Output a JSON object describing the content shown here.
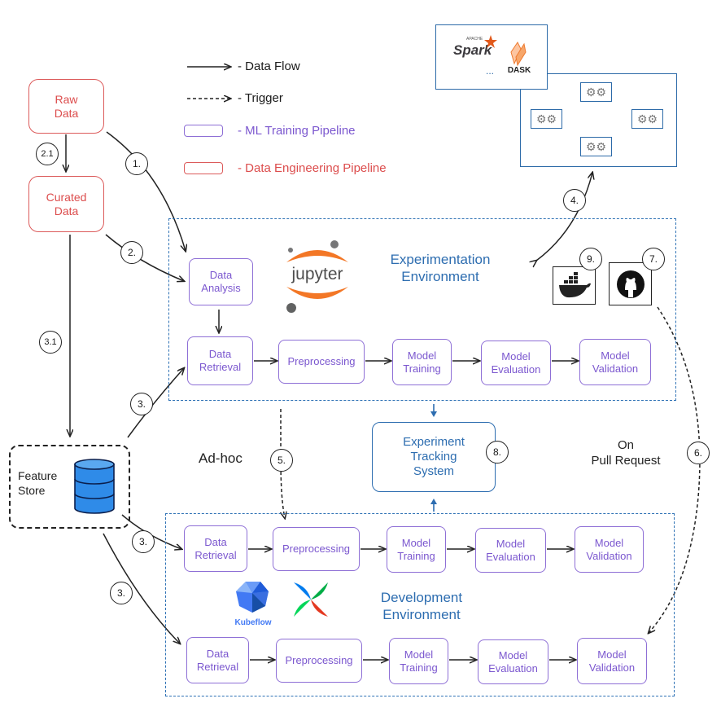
{
  "legend": {
    "data_flow": "- Data Flow",
    "trigger": "- Trigger",
    "ml_pipeline": "- ML Training Pipeline",
    "de_pipeline": "- Data Engineering Pipeline"
  },
  "colors": {
    "ml": "#7b57cf",
    "data_engineering": "#dc4d4d",
    "environment": "#2d6db0"
  },
  "data_sources": {
    "raw": "Raw\nData",
    "curated": "Curated\nData",
    "feature_store": "Feature\nStore"
  },
  "experimentation": {
    "title": "Experimentation\nEnvironment",
    "analysis": "Data\nAnalysis",
    "steps": [
      "Data\nRetrieval",
      "Preprocessing",
      "Model\nTraining",
      "Model\nEvaluation",
      "Model\nValidation"
    ]
  },
  "development": {
    "title": "Development\nEnvironment",
    "pipeline_a": [
      "Data\nRetrieval",
      "Preprocessing",
      "Model\nTraining",
      "Model\nEvaluation",
      "Model\nValidation"
    ],
    "pipeline_b": [
      "Data\nRetrieval",
      "Preprocessing",
      "Model\nTraining",
      "Model\nEvaluation",
      "Model\nValidation"
    ]
  },
  "tracking": "Experiment\nTracking\nSystem",
  "labels": {
    "adhoc": "Ad-hoc",
    "pull_request": "On\nPull Request"
  },
  "steps": {
    "s1": "1.",
    "s2": "2.",
    "s21": "2.1",
    "s31": "3.1",
    "s3a": "3.",
    "s3b": "3.",
    "s3c": "3.",
    "s4": "4.",
    "s5": "5.",
    "s6": "6.",
    "s7": "7.",
    "s8": "8.",
    "s9": "9."
  },
  "logos": {
    "jupyter": "jupyter",
    "spark": "Spark",
    "spark_small": "APACHE",
    "dask": "DASK",
    "ellipsis": "...",
    "kubeflow": "Kubeflow"
  },
  "icons": [
    "jupyter-logo",
    "spark-logo",
    "dask-logo",
    "gear-icon",
    "docker-icon",
    "github-icon",
    "database-icon",
    "kubeflow-logo",
    "airflow-logo"
  ]
}
